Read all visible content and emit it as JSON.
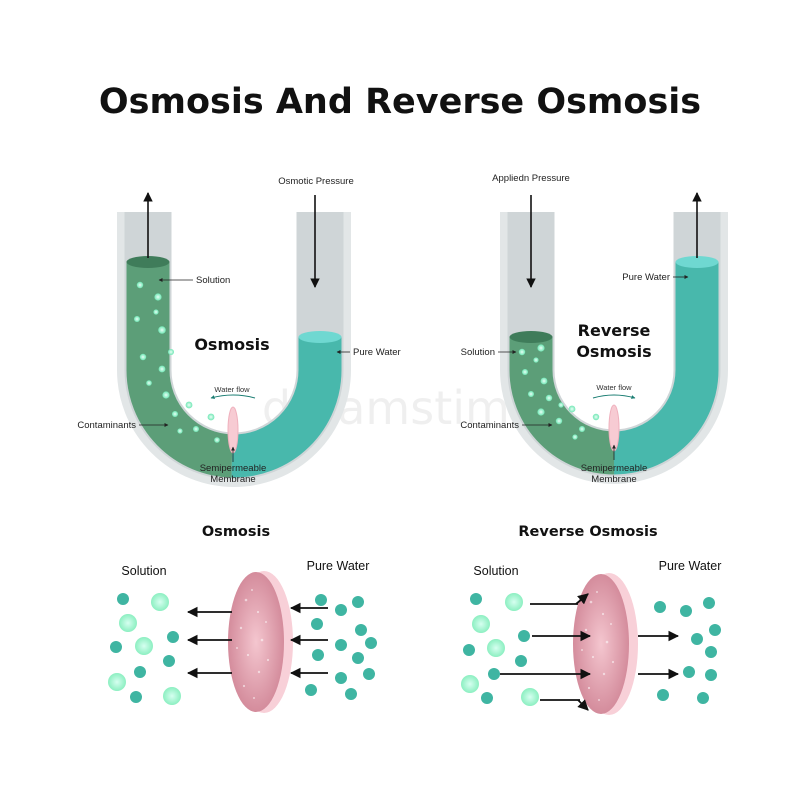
{
  "title": "Osmosis And Reverse Osmosis",
  "colors": {
    "solution": "#5c9e78",
    "pure_water": "#48b8ac",
    "membrane": "#f2b9c4",
    "particle": "#7ef2c0",
    "molecule": "#3fb5a2",
    "ion": "#92f0c3"
  },
  "utube_osmosis": {
    "center_label": "Osmosis",
    "pressure_label": "Osmotic Pressure",
    "solution_label": "Solution",
    "pure_water_label": "Pure Water",
    "flow_label": "Water flow",
    "contaminants_label": "Contaminants",
    "membrane_label_1": "Semipermeable",
    "membrane_label_2": "Membrane"
  },
  "utube_reverse": {
    "center_label_1": "Reverse",
    "center_label_2": "Osmosis",
    "pressure_label": "Appliedn Pressure",
    "solution_label": "Solution",
    "pure_water_label": "Pure Water",
    "flow_label": "Water flow",
    "contaminants_label": "Contaminants",
    "membrane_label_1": "Semipermeable",
    "membrane_label_2": "Membrane"
  },
  "membrane_osmosis": {
    "heading": "Osmosis",
    "left_label": "Solution",
    "right_label": "Pure Water"
  },
  "membrane_reverse": {
    "heading": "Reverse Osmosis",
    "left_label": "Solution",
    "right_label": "Pure Water"
  }
}
